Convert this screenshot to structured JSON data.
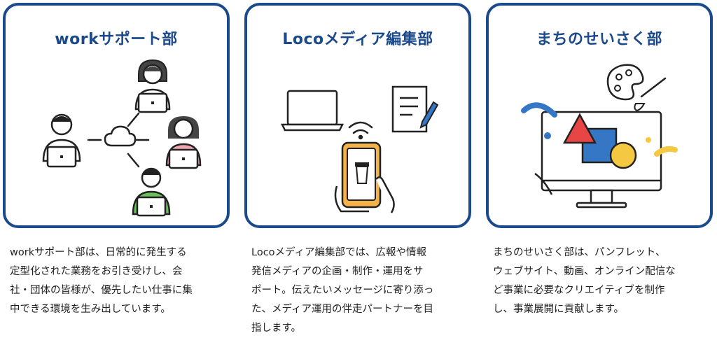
{
  "cards": [
    {
      "title": "workサポート部",
      "description": [
        "workサポート部は、日常的に発生する",
        "定型化された業務をお引き受けし、会",
        "社・団体の皆様が、優先したい仕事に集",
        "中できる環境を生み出しています。"
      ],
      "illustration": "people-network-cloud",
      "colors": {
        "shirt_pink": "#f2a7b0",
        "shirt_green": "#6cbf5c"
      }
    },
    {
      "title": "Locoメディア編集部",
      "description": [
        "Locoメディア編集部では、広報や情報",
        "発信メディアの企画・制作・運用をサ",
        "ポート。伝えたいメッセージに寄り添っ",
        "た、メディア運用の伴走パートナーを目",
        "指します。"
      ],
      "illustration": "laptop-document-smartphone",
      "colors": {
        "phone": "#f5b24a"
      }
    },
    {
      "title": "まちのせいさく部",
      "description": [
        "まちのせいさく部は、パンフレット、",
        "ウェブサイト、動画、オンライン配信な",
        "ど事業に必要なクリエイティブを制作",
        "し、事業展開に貢献します。"
      ],
      "illustration": "monitor-shapes-palette",
      "colors": {
        "red": "#e84545",
        "blue": "#3577c4",
        "yellow": "#f5c842"
      }
    }
  ],
  "colors": {
    "accent": "#1b4a8c",
    "text": "#222222"
  }
}
